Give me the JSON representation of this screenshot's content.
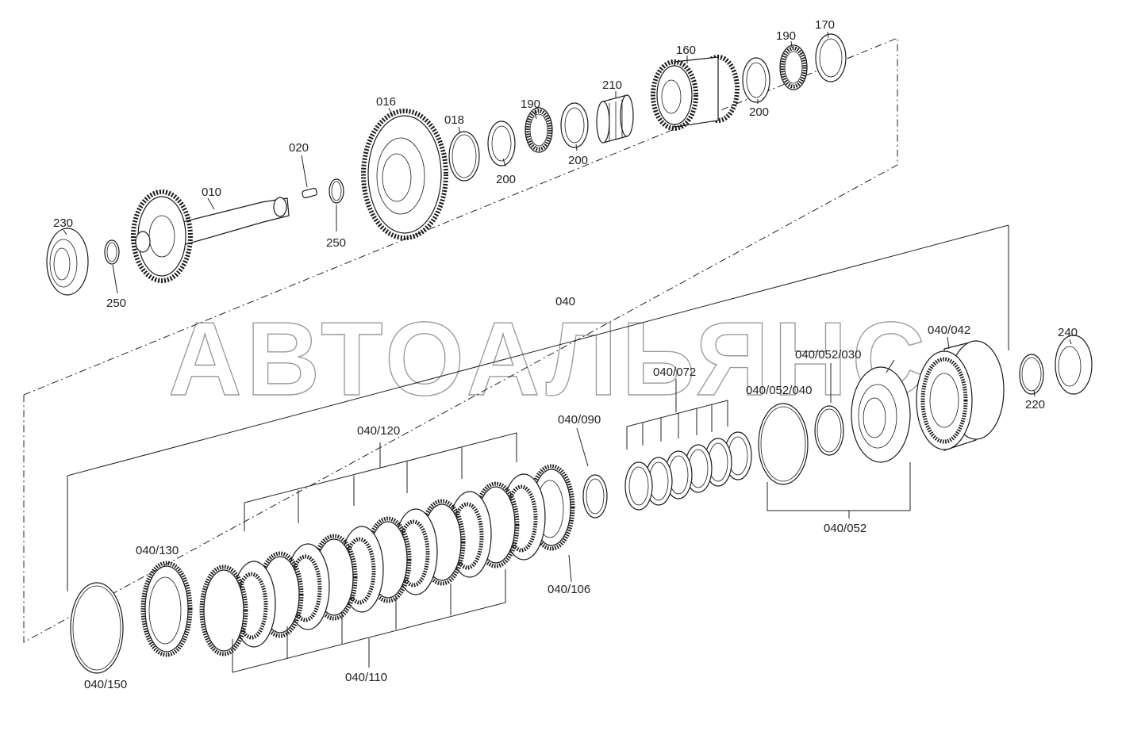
{
  "watermark": "АВТОАЛЬЯНС",
  "colors": {
    "line": "#1a1a1a",
    "label": "#222222",
    "watermark": "#9a9a9a",
    "background": "#ffffff"
  },
  "labels": {
    "p170": "170",
    "p190a": "190",
    "p160": "160",
    "p210": "210",
    "p200a": "200",
    "p190b": "190",
    "p018": "018",
    "p016": "016",
    "p200b": "200",
    "p200c": "200",
    "p020": "020",
    "p010": "010",
    "p230": "230",
    "p250a": "250",
    "p250b": "250",
    "p040": "040",
    "p040_042": "040/042",
    "p240": "240",
    "p220": "220",
    "p040_052_030": "040/052/030",
    "p040_072": "040/072",
    "p040_052_040": "040/052/040",
    "p040_120": "040/120",
    "p040_090": "040/090",
    "p040_052": "040/052",
    "p040_130": "040/130",
    "p040_106": "040/106",
    "p040_150": "040/150",
    "p040_110": "040/110"
  }
}
